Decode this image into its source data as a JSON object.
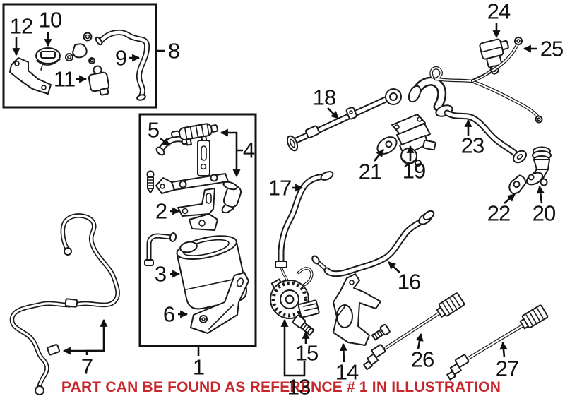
{
  "figure": {
    "type": "parts-diagram",
    "background_color": "#ffffff",
    "line_color": "#1a1a1a",
    "caption": {
      "text": "PART CAN BE FOUND AS REFERENCE # 1 IN ILLUSTRATION",
      "color": "#c9262b"
    }
  },
  "callouts": [
    {
      "label": "1"
    },
    {
      "label": "2"
    },
    {
      "label": "3"
    },
    {
      "label": "4"
    },
    {
      "label": "5"
    },
    {
      "label": "6"
    },
    {
      "label": "7"
    },
    {
      "label": "8"
    },
    {
      "label": "9"
    },
    {
      "label": "10"
    },
    {
      "label": "11"
    },
    {
      "label": "12"
    },
    {
      "label": "13"
    },
    {
      "label": "14"
    },
    {
      "label": "15"
    },
    {
      "label": "16"
    },
    {
      "label": "17"
    },
    {
      "label": "18"
    },
    {
      "label": "19"
    },
    {
      "label": "20"
    },
    {
      "label": "21"
    },
    {
      "label": "22"
    },
    {
      "label": "23"
    },
    {
      "label": "24"
    },
    {
      "label": "25"
    },
    {
      "label": "26"
    },
    {
      "label": "27"
    }
  ]
}
